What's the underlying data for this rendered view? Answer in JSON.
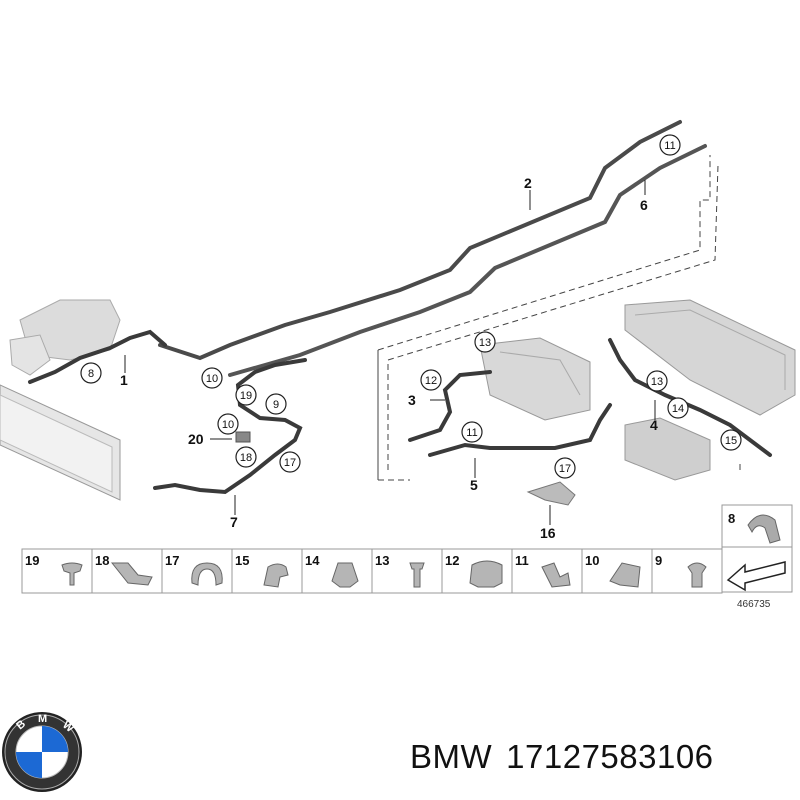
{
  "callouts": {
    "c1": "1",
    "c2": "2",
    "c3": "3",
    "c4": "4",
    "c5": "5",
    "c6": "6",
    "c7": "7",
    "c8": "8",
    "c9": "9",
    "c10a": "10",
    "c10b": "10",
    "c11a": "11",
    "c11b": "11",
    "c12": "12",
    "c13a": "13",
    "c13b": "13",
    "c14": "14",
    "c15": "15",
    "c16": "16",
    "c17a": "17",
    "c17b": "17",
    "c18": "18",
    "c19": "19",
    "c20": "20"
  },
  "parts_legend": [
    {
      "num": "19"
    },
    {
      "num": "18"
    },
    {
      "num": "17"
    },
    {
      "num": "15"
    },
    {
      "num": "14"
    },
    {
      "num": "13"
    },
    {
      "num": "12"
    },
    {
      "num": "11"
    },
    {
      "num": "10"
    },
    {
      "num": "9"
    }
  ],
  "legend_extra": {
    "num": "8"
  },
  "reference_number": "466735",
  "caption": {
    "brand": "BMW",
    "part_number": "17127583106"
  },
  "logo": {
    "letters": "BMW",
    "colors": {
      "blue": "#1c69d4",
      "ring": "#222222"
    }
  }
}
